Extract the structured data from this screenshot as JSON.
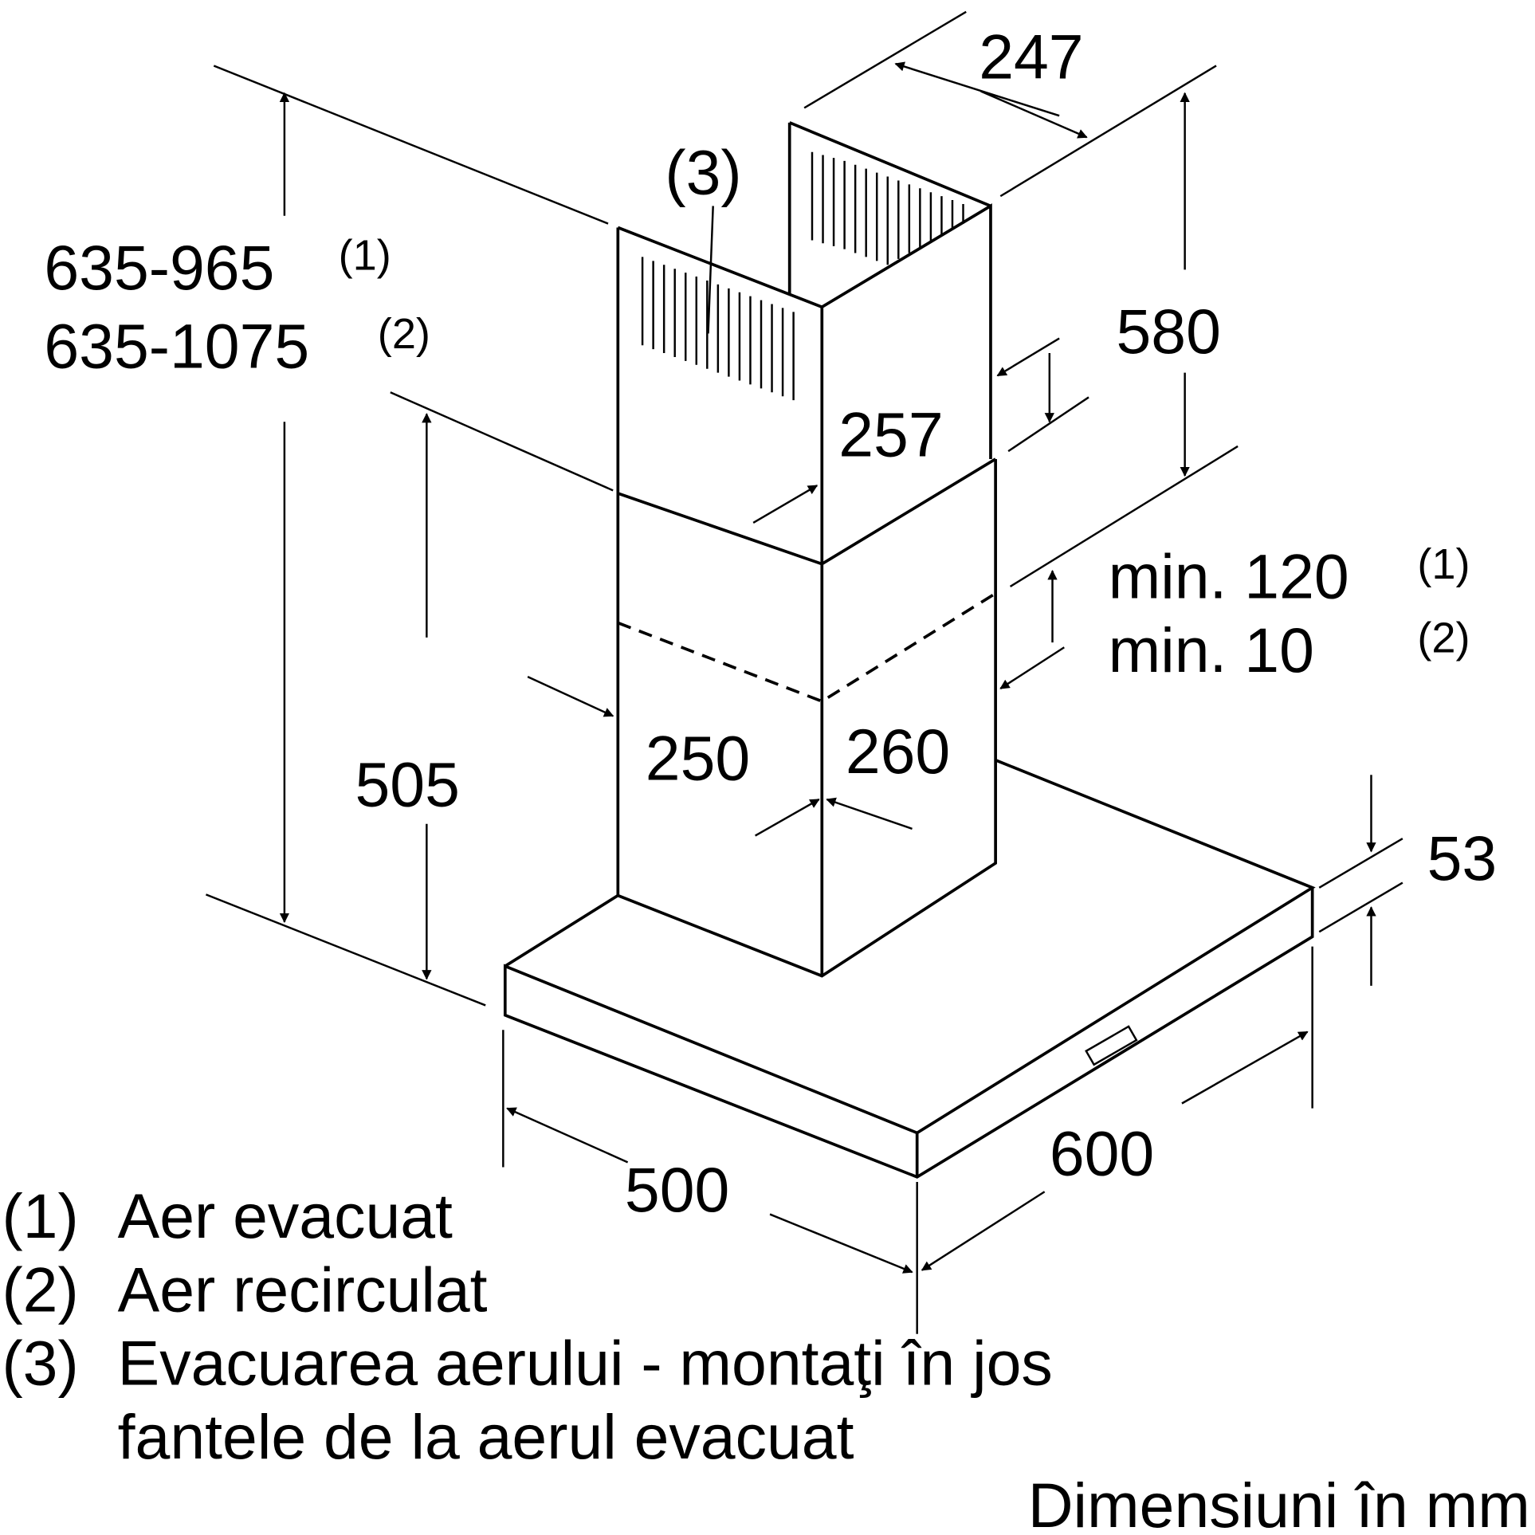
{
  "dimensions": {
    "total_height_1": "635-965",
    "total_height_1_note": "(1)",
    "total_height_2": "635-1075",
    "total_height_2_note": "(2)",
    "lower_height": "505",
    "upper_chimney_height": "580",
    "upper_depth": "247",
    "upper_width": "257",
    "lower_width": "250",
    "lower_depth": "260",
    "overlap_1": "min. 120",
    "overlap_1_note": "(1)",
    "overlap_2": "min. 10",
    "overlap_2_note": "(2)",
    "hood_thickness": "53",
    "hood_depth": "500",
    "hood_width": "600",
    "callout_3": "(3)"
  },
  "legend": [
    {
      "num": "(1)",
      "text": "Aer evacuat"
    },
    {
      "num": "(2)",
      "text": "Aer recirculat"
    },
    {
      "num": "(3)",
      "text": "Evacuarea aerului - montaţi în jos"
    },
    {
      "num": "",
      "text": "fantele de la aerul evacuat"
    }
  ],
  "units_note": "Dimensiuni în mm"
}
